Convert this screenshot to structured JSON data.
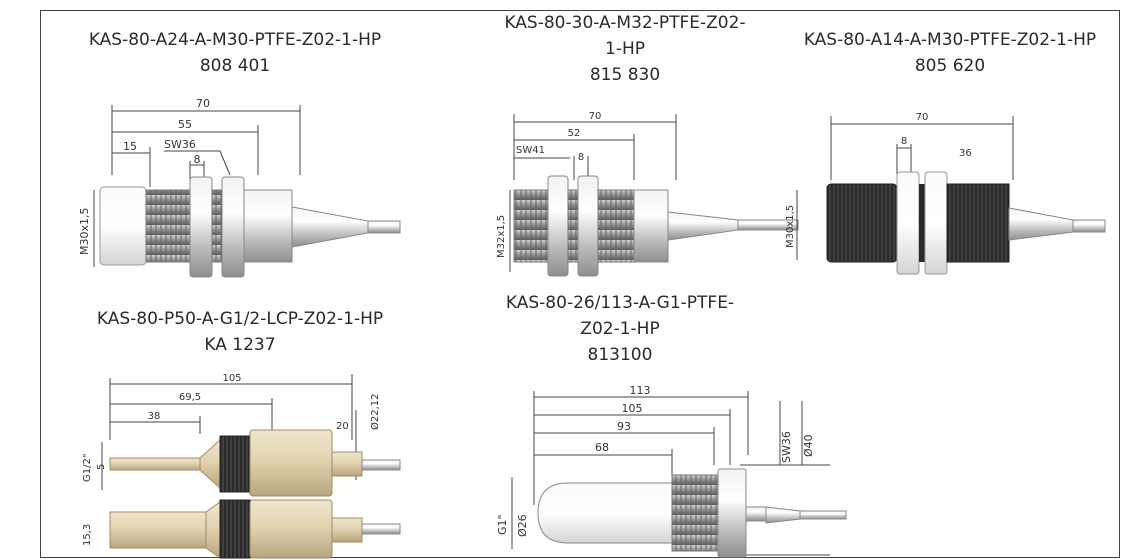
{
  "header_text": "",
  "products": [
    {
      "code": "KAS-80-A24-A-M30-PTFE-Z02-1-HP",
      "code_lines": [
        "KAS-80-A24-A-M30-PTFE-Z02-1-HP"
      ],
      "number": "808 401",
      "dims": {
        "overall": "70",
        "second": "55",
        "third": "15",
        "wrench": "SW36",
        "nut": "8",
        "thread": "M30x1,5"
      }
    },
    {
      "code": "KAS-80-30-A-M32-PTFE-Z02-1-HP",
      "code_lines": [
        "KAS-80-30-A-M32-PTFE-Z02-",
        "1-HP"
      ],
      "number": "815 830",
      "dims": {
        "overall": "70",
        "second": "52",
        "wrench": "SW41",
        "nut": "8",
        "thread": "M32x1,5"
      }
    },
    {
      "code": "KAS-80-A14-A-M30-PTFE-Z02-1-HP",
      "code_lines": [
        "KAS-80-A14-A-M30-PTFE-Z02-1-HP"
      ],
      "number": "805 620",
      "dims": {
        "overall": "70",
        "nut": "8",
        "wrench": "36",
        "thread": "M30x1,5"
      }
    },
    {
      "code": "KAS-80-P50-A-G1/2-LCP-Z02-1-HP",
      "code_lines": [
        "KAS-80-P50-A-G1/2-LCP-Z02-1-HP"
      ],
      "number": "KA 1237",
      "dims": {
        "overall": "105",
        "second": "69,5",
        "third": "38",
        "wrench": "20",
        "dia": "Ø22,12",
        "thread": "G1/2\"",
        "tip": "5",
        "body": "15,3"
      }
    },
    {
      "code": "KAS-80-26/113-A-G1-PTFE-Z02-1-HP",
      "code_lines": [
        "KAS-80-26/113-A-G1-PTFE-",
        "Z02-1-HP"
      ],
      "number": "813100",
      "dims": {
        "d1": "113",
        "d2": "105",
        "d3": "93",
        "d4": "68",
        "wrench": "SW36",
        "dia": "Ø40",
        "thread": "G1\"",
        "tipdia": "Ø26"
      }
    }
  ]
}
